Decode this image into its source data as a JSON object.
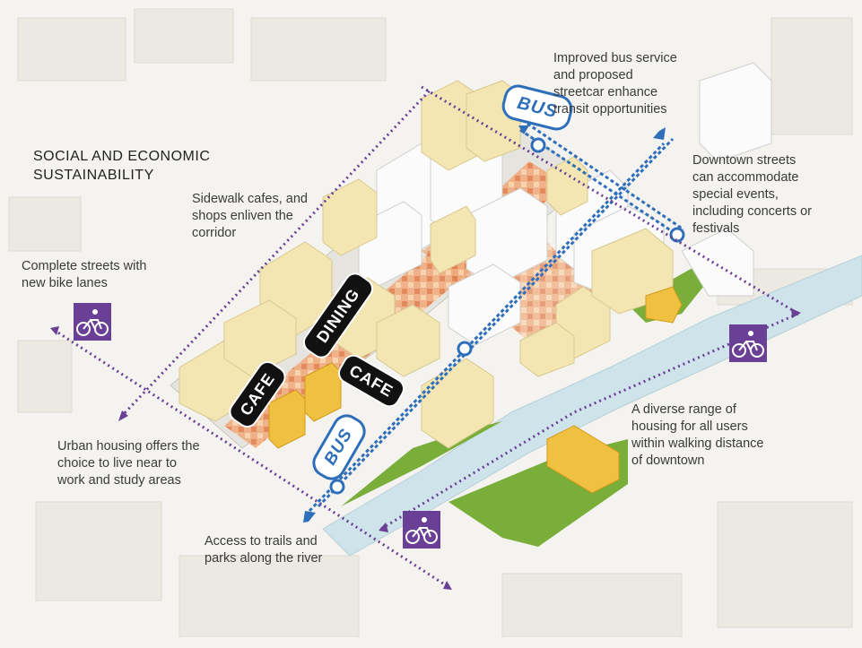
{
  "title": {
    "line1": "SOCIAL AND ECONOMIC",
    "line2": "SUSTAINABILITY"
  },
  "labels": {
    "bus_service": "Improved bus service\nand proposed\nstreetcar enhance\ntransit opportunities",
    "special_events": "Downtown streets\ncan accommodate\nspecial events,\nincluding concerts or\nfestivals",
    "sidewalk_cafes": "Sidewalk cafes, and\nshops enliven the\ncorridor",
    "bike_lanes": "Complete streets with\nnew bike lanes",
    "urban_housing": "Urban housing offers the\nchoice to live near to\nwork and study areas",
    "housing_range": "A diverse range of\nhousing for all users\nwithin walking distance\nof downtown",
    "trails_parks": "Access to trails and\nparks along the river"
  },
  "signs": {
    "bus_top": "BUS",
    "bus_bottom": "BUS",
    "dining": "DINING",
    "cafe_left": "CAFE",
    "cafe_right": "CAFE"
  },
  "icons": [
    "bike-icon",
    "bus-icon",
    "transit-stop-icon",
    "arrow-icon"
  ],
  "colors": {
    "accent": "#6a3f96",
    "transit": "#2f6fba",
    "building": "#f3e6b3",
    "highlight": "#f0c040",
    "green": "#7aae3a",
    "river": "#cfe3ea",
    "street": "#e8a070"
  }
}
